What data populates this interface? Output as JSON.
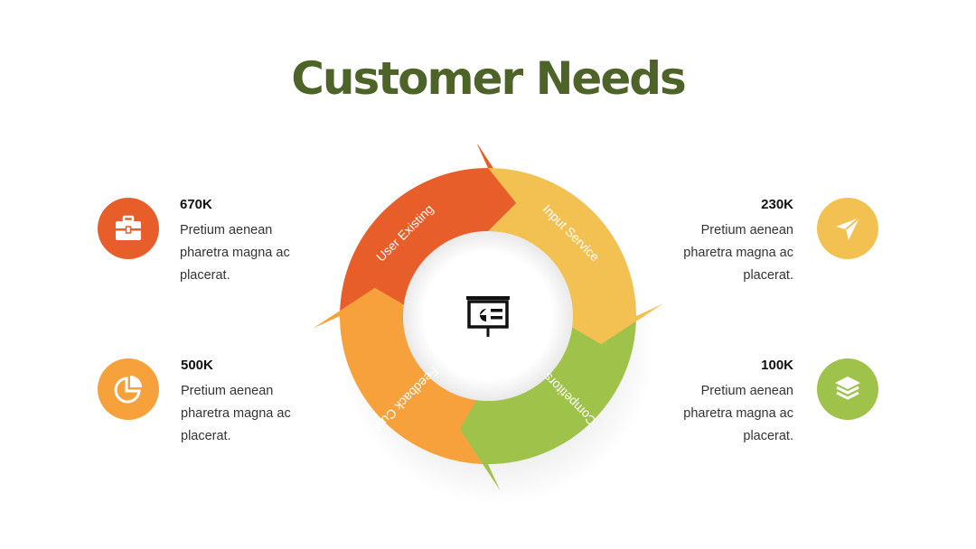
{
  "title": "Customer Needs",
  "colors": {
    "title": "#4e6327",
    "red": "#e85e2a",
    "yellow": "#f2c152",
    "green": "#9fc24a",
    "orange": "#f6a13c"
  },
  "cycle": {
    "segments": [
      {
        "label": "User Existing",
        "color": "#e85e2a"
      },
      {
        "label": "Input Service",
        "color": "#f2c152"
      },
      {
        "label": "Competitors",
        "color": "#9fc24a"
      },
      {
        "label": "Feedback Cust",
        "color": "#f6a13c"
      }
    ],
    "center_icon": "presentation-board-icon"
  },
  "items": [
    {
      "value": "670K",
      "text": "Pretium aenean pharetra magna ac placerat.",
      "icon": "briefcase-icon",
      "color": "#e85e2a"
    },
    {
      "value": "500K",
      "text": "Pretium aenean pharetra magna ac placerat.",
      "icon": "pie-chart-icon",
      "color": "#f6a13c"
    },
    {
      "value": "230K",
      "text": "Pretium aenean pharetra magna ac placerat.",
      "icon": "paper-plane-icon",
      "color": "#f2c152"
    },
    {
      "value": "100K",
      "text": "Pretium aenean pharetra magna ac placerat.",
      "icon": "layers-icon",
      "color": "#9fc24a"
    }
  ]
}
